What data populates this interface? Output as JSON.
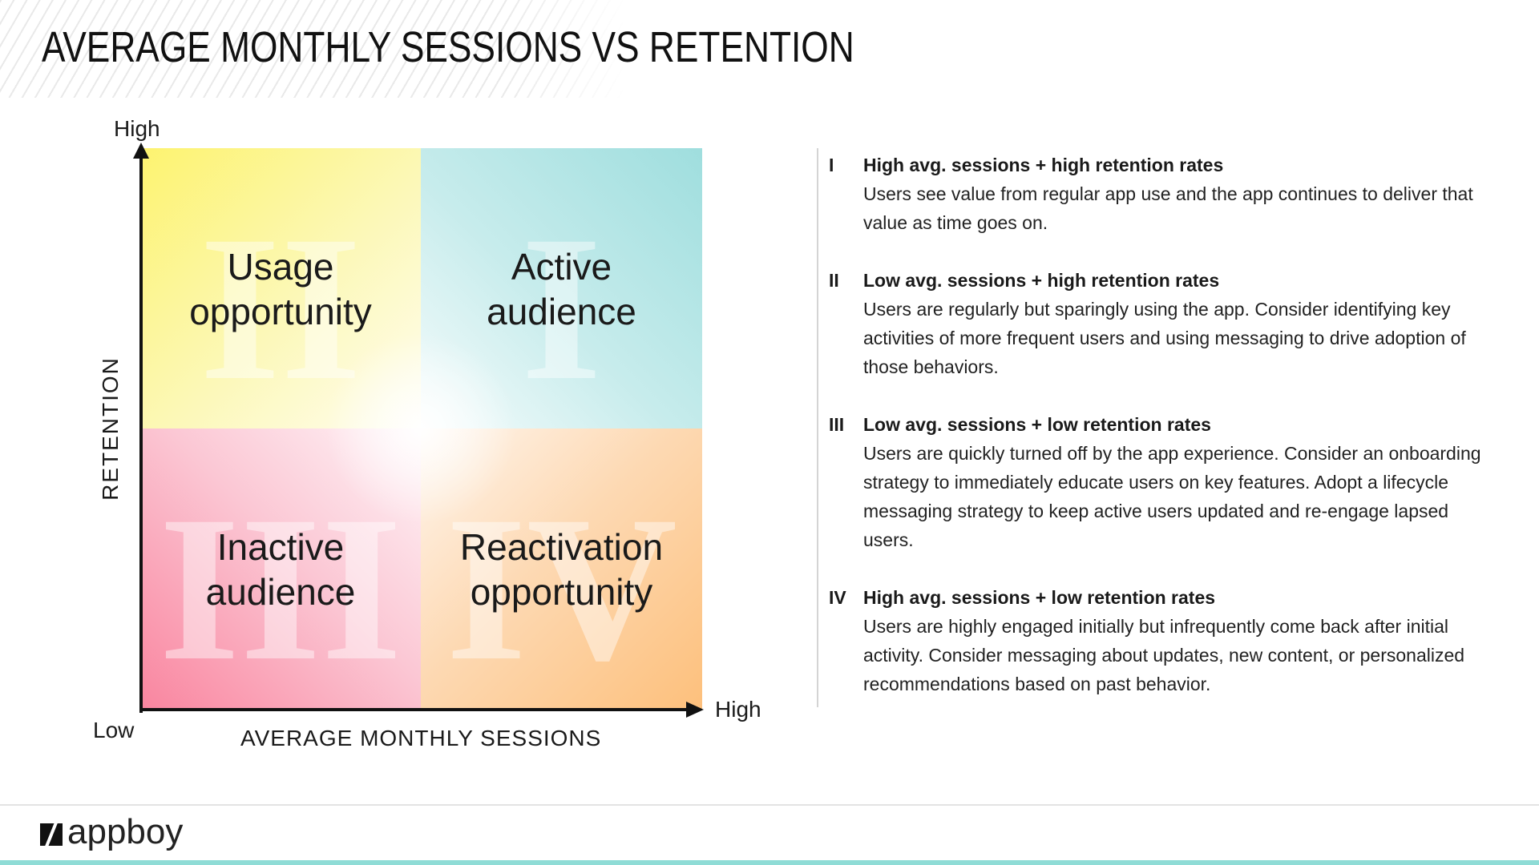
{
  "title": "AVERAGE MONTHLY SESSIONS VS RETENTION",
  "axes": {
    "y_title": "RETENTION",
    "x_title": "AVERAGE MONTHLY SESSIONS",
    "y_high": "High",
    "x_high": "High",
    "low": "Low"
  },
  "quadrants": [
    {
      "position": "upper-left",
      "numeral": "II",
      "label": "Usage\nopportunity",
      "color": "#fcf47a"
    },
    {
      "position": "upper-right",
      "numeral": "I",
      "label": "Active\naudience",
      "color": "#a8e2e2"
    },
    {
      "position": "lower-left",
      "numeral": "III",
      "label": "Inactive\naudience",
      "color": "#f993ab"
    },
    {
      "position": "lower-right",
      "numeral": "IV",
      "label": "Reactivation\nopportunity",
      "color": "#fdc587"
    }
  ],
  "descriptions": [
    {
      "numeral": "I",
      "heading": "High avg. sessions + high retention rates",
      "body": "Users see value from regular app use and the app continues to deliver that value as time goes on."
    },
    {
      "numeral": "II",
      "heading": "Low avg. sessions + high retention rates",
      "body": "Users are regularly but sparingly using the app. Consider identifying key activities of more frequent users and using messaging to drive adoption of those behaviors."
    },
    {
      "numeral": "III",
      "heading": "Low avg. sessions + low retention rates",
      "body": "Users are quickly turned off by the app experience. Consider an onboarding strategy to immediately educate users on key features. Adopt a lifecycle messaging strategy to keep active users updated and re-engage lapsed users."
    },
    {
      "numeral": "IV",
      "heading": "High avg. sessions + low retention rates",
      "body": "Users are highly engaged initially but infrequently come back after initial activity. Consider messaging about updates, new content, or personalized recommendations based on past behavior."
    }
  ],
  "footer": {
    "brand": "appboy",
    "accent_color": "#8fdcd6"
  }
}
